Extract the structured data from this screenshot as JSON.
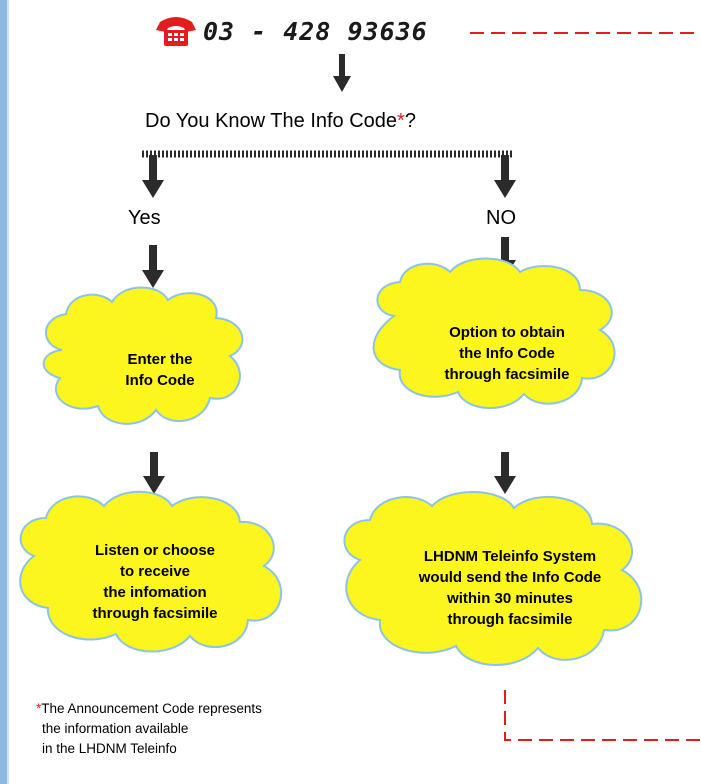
{
  "header": {
    "phone_icon": "telephone-icon",
    "phone_number": "03 - 428 93636"
  },
  "flow": {
    "question_text": "Do You Know The Info Code",
    "question_mark": "*",
    "question_end": "?",
    "yes_label": "Yes",
    "no_label": "NO",
    "yes_steps": [
      [
        "Enter the",
        "Info Code"
      ],
      [
        "Listen or choose",
        "to receive",
        "the infomation",
        "through facsimile"
      ]
    ],
    "no_steps": [
      [
        "Option to obtain",
        "the Info Code",
        "through facsimile"
      ],
      [
        "LHDNM Teleinfo System",
        "would send the Info Code",
        "within 30 minutes",
        "through facsimile"
      ]
    ]
  },
  "footnote": {
    "mark": "*",
    "lines": [
      "The Announcement Code represents",
      "the information available",
      "in the LHDNM Teleinfo"
    ]
  },
  "colors": {
    "cloud_fill": "#fdf51e",
    "cloud_outline": "#8cc4e4",
    "arrow": "#2b2b2b",
    "accent_red": "#e21d1d",
    "border_blue": "#8db8e0"
  }
}
